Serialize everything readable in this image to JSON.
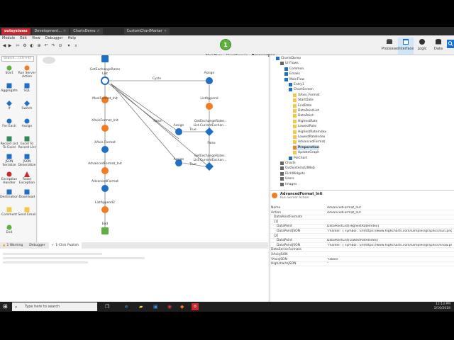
{
  "tabs": {
    "logo": "outsystems",
    "development": "Development...",
    "chartsdemo": "ChartsDemo",
    "customchart": "CustomChartMarker"
  },
  "menu": [
    "Module",
    "Edit",
    "View",
    "Debugger",
    "Help"
  ],
  "publish_number": "1",
  "nav": {
    "processes": "Processes",
    "interface": "Interface",
    "logic": "Logic",
    "data": "Data"
  },
  "breadcrumb": {
    "part1": "MainFlow",
    "part2": "ChartScreen",
    "current": "Preparation",
    "sep": "›"
  },
  "toolbox": {
    "search_placeholder": "Search... (Ctrl+E)",
    "items": [
      "Start",
      "Run Server Action",
      "Aggregate",
      "SQL",
      "If",
      "Switch",
      "For Each",
      "Assign",
      "Record List To Excel",
      "Excel To Record List",
      "JSON Serialize",
      "JSON Deserialize",
      "Exception Handler",
      "Raise Exception",
      "Destination",
      "Download",
      "Comment",
      "Send Email",
      "End"
    ]
  },
  "flow": {
    "getexchange": "GetExchangeRates",
    "getexchange_sub": "List",
    "cycle": "Cycle",
    "assign_top": "Assign",
    "listappend": "ListAppend",
    "muslformat": "MuslFormat_Init",
    "xaxis": "XAxisFormat_Init",
    "xaxis2": "XAxis Format",
    "advanced_init": "AdvancedFormat_Init",
    "advanced": "AdvancedFormat",
    "listappend2": "ListAppend2",
    "end": "End",
    "assign_mid": "Assign",
    "assign_bot": "Assign",
    "if1_line1": "GetExchangeRates.",
    "if1_line2": "List.CurrentExchan...",
    "if2_line1": "GetExchangeRates.",
    "if2_line2": "List.CurrentExchan...",
    "true1": "True",
    "true2": "True",
    "false1": "False",
    "false2": "False"
  },
  "tree": [
    {
      "label": "ChartsDemo",
      "indent": 0,
      "sel": false
    },
    {
      "label": "UI Flows",
      "indent": 1,
      "sel": false
    },
    {
      "label": "Common",
      "indent": 2,
      "sel": false
    },
    {
      "label": "Emails",
      "indent": 2,
      "sel": false
    },
    {
      "label": "MainFlow",
      "indent": 2,
      "sel": false
    },
    {
      "label": "Entry1",
      "indent": 3,
      "sel": false
    },
    {
      "label": "ChartScreen",
      "indent": 3,
      "sel": false
    },
    {
      "label": "XAxis_Format",
      "indent": 4,
      "sel": false
    },
    {
      "label": "StartDate",
      "indent": 4,
      "sel": false
    },
    {
      "label": "EndDate",
      "indent": 4,
      "sel": false
    },
    {
      "label": "DataPointList",
      "indent": 4,
      "sel": false
    },
    {
      "label": "DataPoint",
      "indent": 4,
      "sel": false
    },
    {
      "label": "HighestRate",
      "indent": 4,
      "sel": false
    },
    {
      "label": "LowestRate",
      "indent": 4,
      "sel": false
    },
    {
      "label": "HighestRateIndex",
      "indent": 4,
      "sel": false
    },
    {
      "label": "LowestRateIndex",
      "indent": 4,
      "sel": false
    },
    {
      "label": "AdvancedFormat",
      "indent": 4,
      "sel": false
    },
    {
      "label": "Preparation",
      "indent": 4,
      "sel": true
    },
    {
      "label": "UpdateGraph",
      "indent": 4,
      "sel": false
    },
    {
      "label": "PieChart",
      "indent": 3,
      "sel": false
    },
    {
      "label": "Charts",
      "indent": 1,
      "sel": false
    },
    {
      "label": "OutSystemsUIWeb",
      "indent": 1,
      "sel": false
    },
    {
      "label": "RichWidgets",
      "indent": 1,
      "sel": false
    },
    {
      "label": "Users",
      "indent": 1,
      "sel": false
    },
    {
      "label": "Images",
      "indent": 1,
      "sel": false
    }
  ],
  "props_header": {
    "title": "AdvancedFormat_Init",
    "subtitle": "Run Server Action"
  },
  "props": [
    {
      "k": "Name",
      "v": "AdvancedFormat_Init"
    },
    {
      "k": "Action",
      "v": "AdvancedFormat_Init"
    },
    {
      "k": "DataPointFormats",
      "v": ""
    },
    {
      "k": "[1]",
      "v": ""
    },
    {
      "k": "DataPoint",
      "v": "DataPointList[HighestRateIndex]"
    },
    {
      "k": "DataPointJSON",
      "v": "\"marker: { symbol: 'url(https://www.highcharts.com/samples/graphics/sun.png)', radius: 4"
    },
    {
      "k": "[2]",
      "v": ""
    },
    {
      "k": "DataPoint",
      "v": "DataPointList[LowestRateIndex]"
    },
    {
      "k": "DataPointJSON",
      "v": "\"marker: { symbol: 'url(https://www.highcharts.com/samples/graphics/snow.png)', radi"
    },
    {
      "k": "DataSeriesFormats",
      "v": ""
    },
    {
      "k": "XAxisJSON",
      "v": ""
    },
    {
      "k": "YAxisJSON",
      "v": "\"labels"
    },
    {
      "k": "HighchartsJSON",
      "v": "\""
    }
  ],
  "bottom_tabs": {
    "warning": "1 Warning",
    "debugger": "Debugger",
    "publish": "1-Click Publish"
  },
  "taskbar": {
    "search": "Type here to search",
    "time": "12:13 PM",
    "date": "5/10/2018"
  },
  "colors": {
    "orange": "#f47b20",
    "blue": "#1f6fc5",
    "green": "#5db13f",
    "brand_red": "#c8282e"
  }
}
